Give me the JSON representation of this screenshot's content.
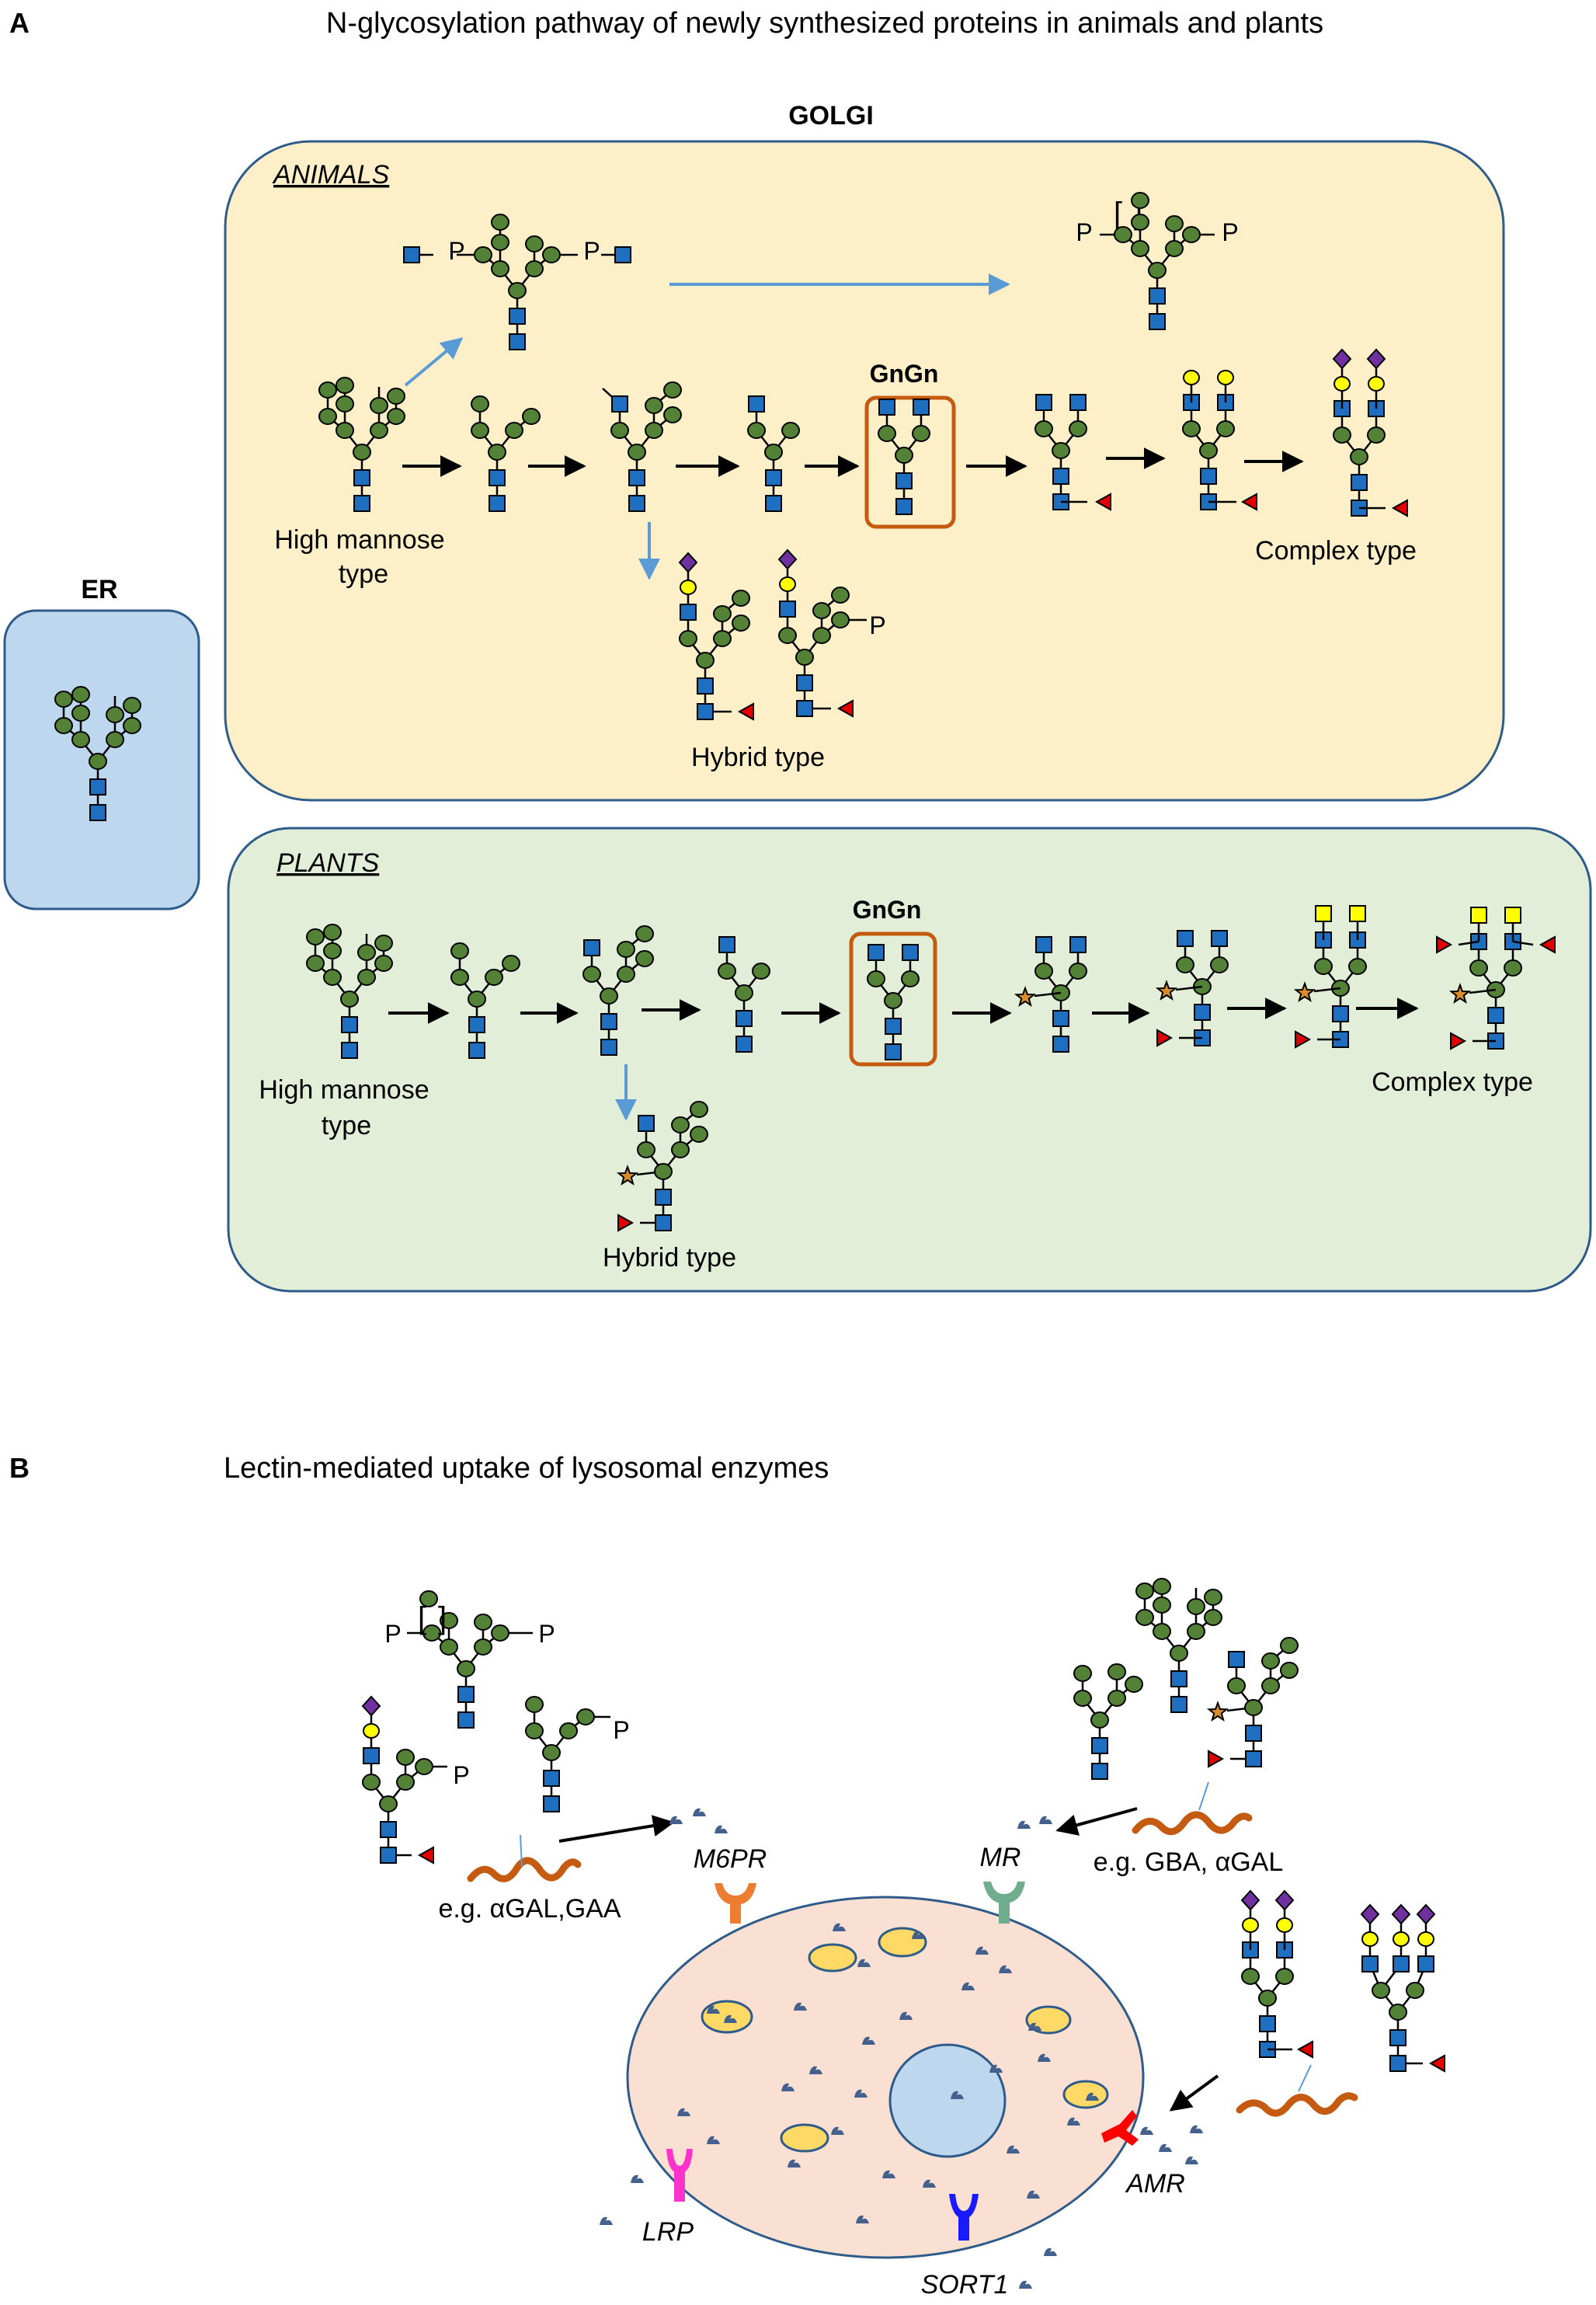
{
  "panel_a": {
    "letter": "A",
    "title": "N-glycosylation pathway of newly synthesized proteins in animals and plants",
    "golgi_label": "GOLGI",
    "er_label": "ER",
    "animals": {
      "label": "ANIMALS",
      "gngn": "GnGn",
      "high_mannose_1": "High mannose",
      "high_mannose_2": "type",
      "complex": "Complex type",
      "hybrid": "Hybrid type",
      "p": "P"
    },
    "plants": {
      "label": "PLANTS",
      "gngn": "GnGn",
      "high_mannose_1": "High mannose",
      "high_mannose_2": "type",
      "complex": "Complex type",
      "hybrid": "Hybrid type"
    }
  },
  "panel_b": {
    "letter": "B",
    "title": "Lectin-mediated uptake of lysosomal enzymes",
    "receptors": {
      "m6pr": "M6PR",
      "mr": "MR",
      "amr": "AMR",
      "lrp": "LRP",
      "sort1": "SORT1"
    },
    "examples": {
      "left": "e.g. αGAL,GAA",
      "right": "e.g. GBA, αGAL"
    },
    "p": "P"
  },
  "colors": {
    "golgi_animals": "#fdf0c9",
    "golgi_plants": "#e2eed8",
    "er": "#bdd7ee",
    "outline": "#2e5b8a",
    "mannose": "#538135",
    "glcnac": "#1f6fc0",
    "galactose": "#ffff00",
    "sialic": "#7030a0",
    "fucose": "#e00000",
    "xylose": "#d98d2a",
    "gngn_box": "#c55a11",
    "arrow_blue": "#5b9bd5",
    "cell": "#f9e0d2",
    "nucleus": "#bdd7ee",
    "vesicle": "#ffd966",
    "enzyme_dot": "#44618e",
    "protein": "#c55a11",
    "m6pr": "#ed7d31",
    "mr": "#70ad8f",
    "amr": "#ff0000",
    "lrp": "#ff33cc",
    "sort1": "#1a1aff"
  }
}
